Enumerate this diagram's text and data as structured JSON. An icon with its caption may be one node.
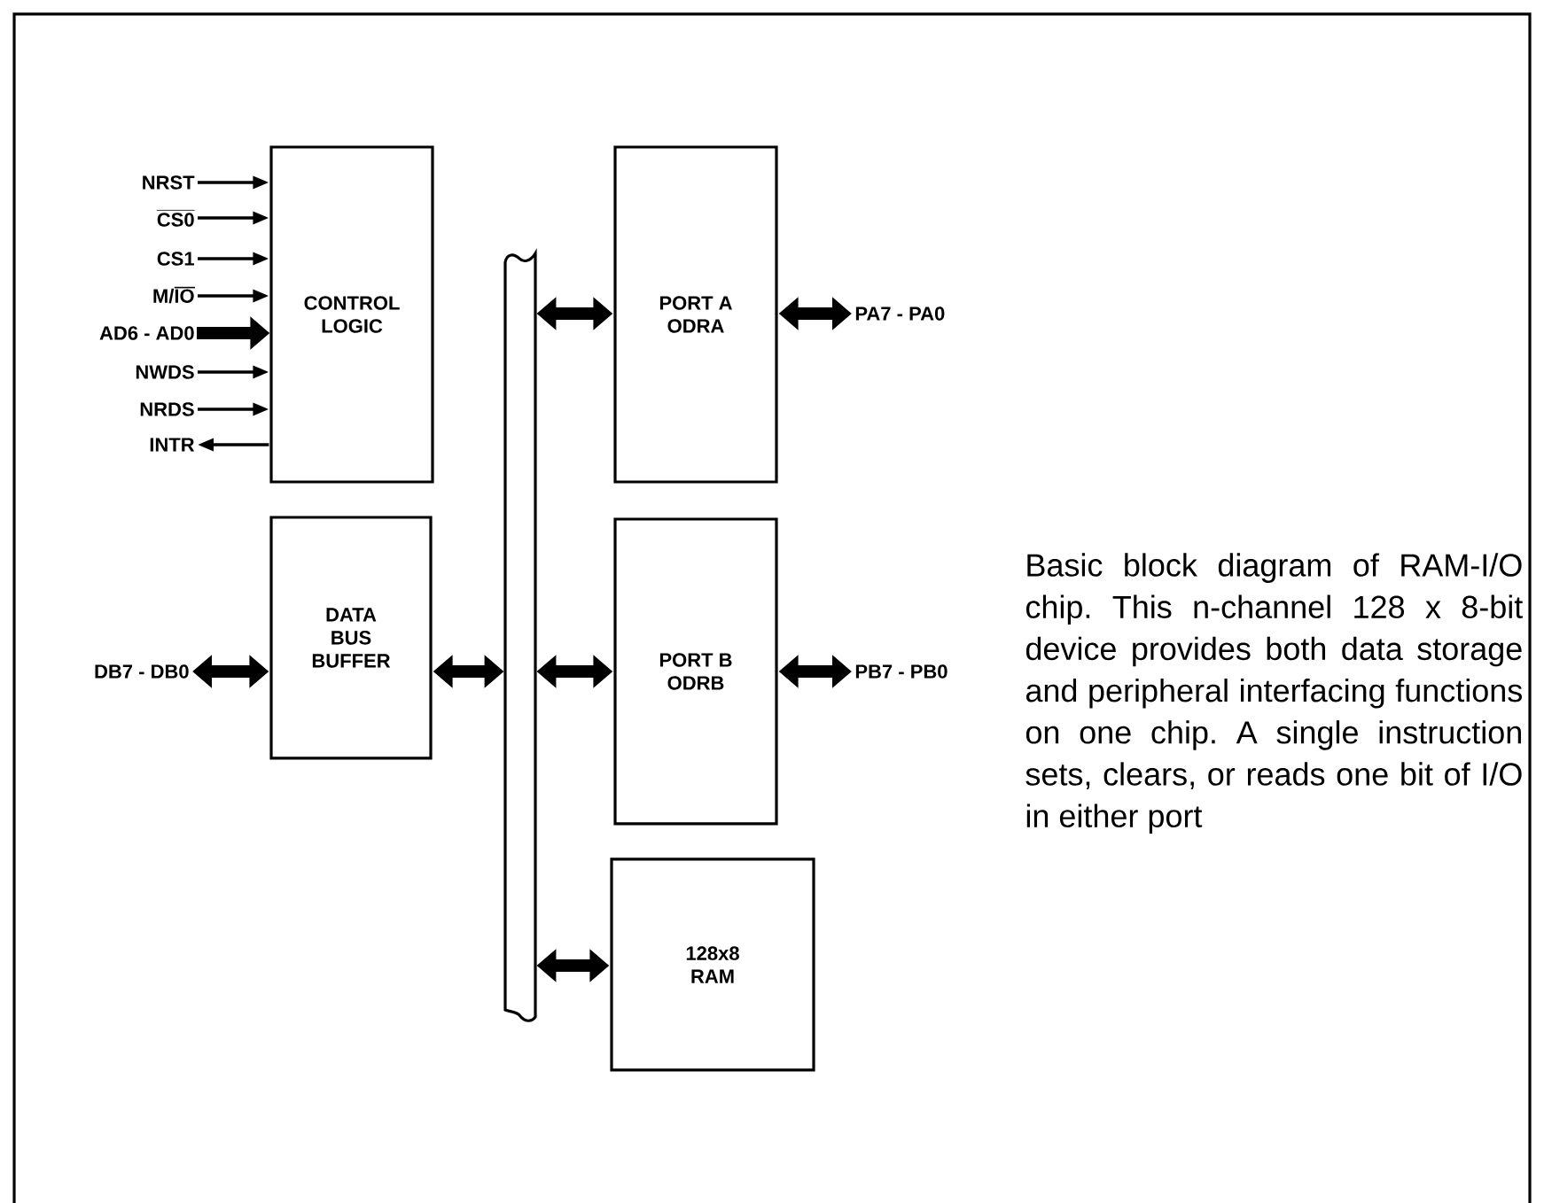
{
  "diagram": {
    "caption": "Basic block diagram of RAM-I/O chip. This n-channel 128 x 8-bit device provides both data storage and peripheral interfacing functions on one chip. A single instruction sets, clears, or reads one bit of I/O in either port",
    "nodes": [
      {
        "text": [
          "CONTROL LOGIC"
        ]
      },
      {
        "text": [
          "DATA BUS BUFFER"
        ]
      },
      {
        "text": [],
        "shape": "bar"
      },
      {
        "text": [
          "PORT A ODRA"
        ]
      },
      {
        "text": [
          "PORT B ODRB"
        ]
      },
      {
        "text": [
          "128x8 RAM"
        ]
      },
      {
        "text": [
          "NRST"
        ]
      },
      {
        "text": [
          "CS0"
        ]
      },
      {
        "text": [
          "CS1"
        ]
      },
      {
        "text": [
          "M/IO"
        ]
      },
      {
        "text": [
          "AD6 - AD0"
        ]
      },
      {
        "text": [
          "NWDS"
        ]
      },
      {
        "text": [
          "NRDS"
        ]
      },
      {
        "text": [
          "INTR"
        ]
      },
      {
        "text": [
          "DB7 - DB0"
        ]
      },
      {
        "text": [
          "PA7 - PA0"
        ]
      },
      {
        "text": [
          "PB7 - PB0"
        ]
      }
    ],
    "edges": [
      {
        "from": 6,
        "to": 0,
        "arrow": "to"
      },
      {
        "from": 7,
        "to": 0,
        "arrow": "to"
      },
      {
        "from": 8,
        "to": 0,
        "arrow": "to"
      },
      {
        "from": 9,
        "to": 0,
        "arrow": "to"
      },
      {
        "from": 10,
        "to": 0,
        "arrow": "to"
      },
      {
        "from": 11,
        "to": 0,
        "arrow": "to"
      },
      {
        "from": 12,
        "to": 0,
        "arrow": "to"
      },
      {
        "from": 0,
        "to": 13,
        "arrow": "to"
      },
      {
        "from": 14,
        "to": 1,
        "arrow": "both"
      },
      {
        "from": 1,
        "to": 2,
        "arrow": "both"
      },
      {
        "from": 2,
        "to": 3,
        "arrow": "both"
      },
      {
        "from": 3,
        "to": 15,
        "arrow": "both"
      },
      {
        "from": 2,
        "to": 4,
        "arrow": "both"
      },
      {
        "from": 4,
        "to": 16,
        "arrow": "both"
      },
      {
        "from": 2,
        "to": 5,
        "arrow": "both"
      }
    ]
  }
}
